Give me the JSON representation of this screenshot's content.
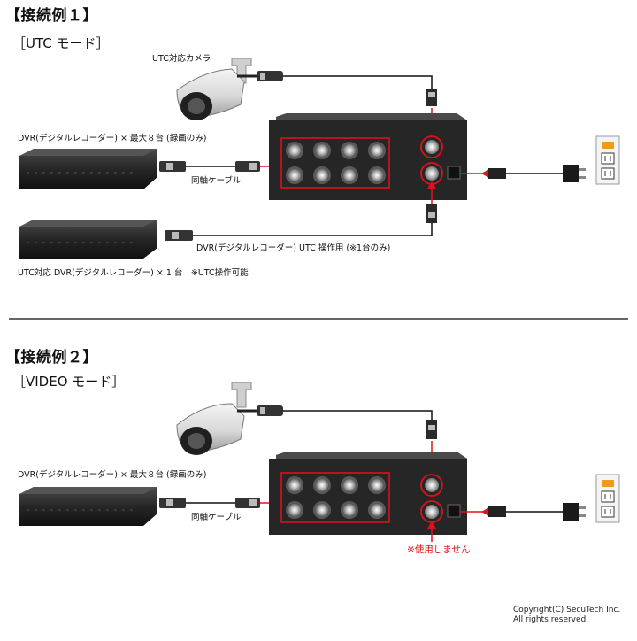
{
  "section1": {
    "heading": "【接続例１】",
    "mode": "［UTC モード］",
    "camera_label": "UTC対応カメラ",
    "dvr_multi_label": "DVR(デジタルレコーダー) × 最大８台 (録画のみ)",
    "cable_label": "同軸ケーブル",
    "utc_line_label": "DVR(デジタルレコーダー) UTC 操作用 (※1台のみ)",
    "dvr_single_label": "UTC対応 DVR(デジタルレコーダー) × 1 台　※UTC操作可能"
  },
  "section2": {
    "heading": "【接続例２】",
    "mode": "［VIDEO モード］",
    "dvr_multi_label": "DVR(デジタルレコーダー) × 最大８台 (録画のみ)",
    "cable_label": "同軸ケーブル",
    "not_used_label": "※使用しません"
  },
  "copyright": {
    "line1": "Copyright(C) SecuTech Inc.",
    "line2": "All rights reserved."
  },
  "colors": {
    "highlight": "#e3101a",
    "device_body": "#2a2a2a",
    "outlet_accent": "#f39a1e"
  }
}
